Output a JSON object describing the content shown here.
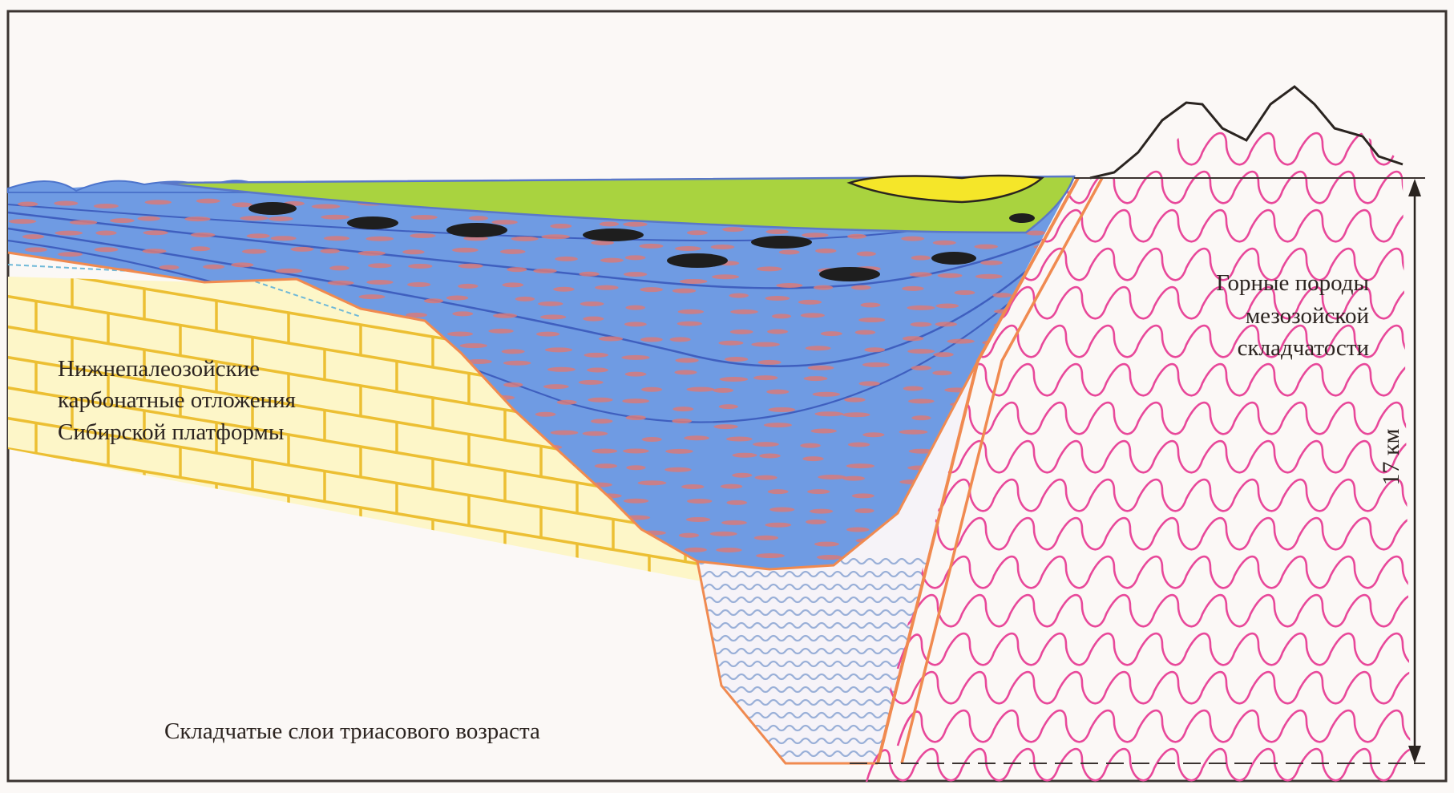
{
  "diagram": {
    "labels": {
      "platform_rocks": [
        "Нижнепалеозойские",
        "карбонатные отложения",
        "Сибирской платформы"
      ],
      "mesozoic_rocks": [
        "Горные породы",
        "мезозойской",
        "складчатости"
      ],
      "triassic_layers": "Складчатые слои триасового возраста",
      "depth_scale": "17 км"
    },
    "colors": {
      "background": "#fbf8f6",
      "frame": "#3a3330",
      "carbonate_fill": "#fdf6c8",
      "carbonate_lines": "#ecbf33",
      "basin_blue": "#6f9be3",
      "basin_blue_dark": "#4c74cc",
      "green_top": "#a9d33f",
      "yellow_lens": "#f5e629",
      "coal_lenses": "#1e1e1e",
      "red_lenses": "#d87a7a",
      "fault_orange": "#f08a50",
      "mesozoic_pink": "#e8489a",
      "triassic_wave": "#9ab0d8"
    },
    "icons": [
      "mountain-icon",
      "scale-arrow-icon"
    ]
  }
}
